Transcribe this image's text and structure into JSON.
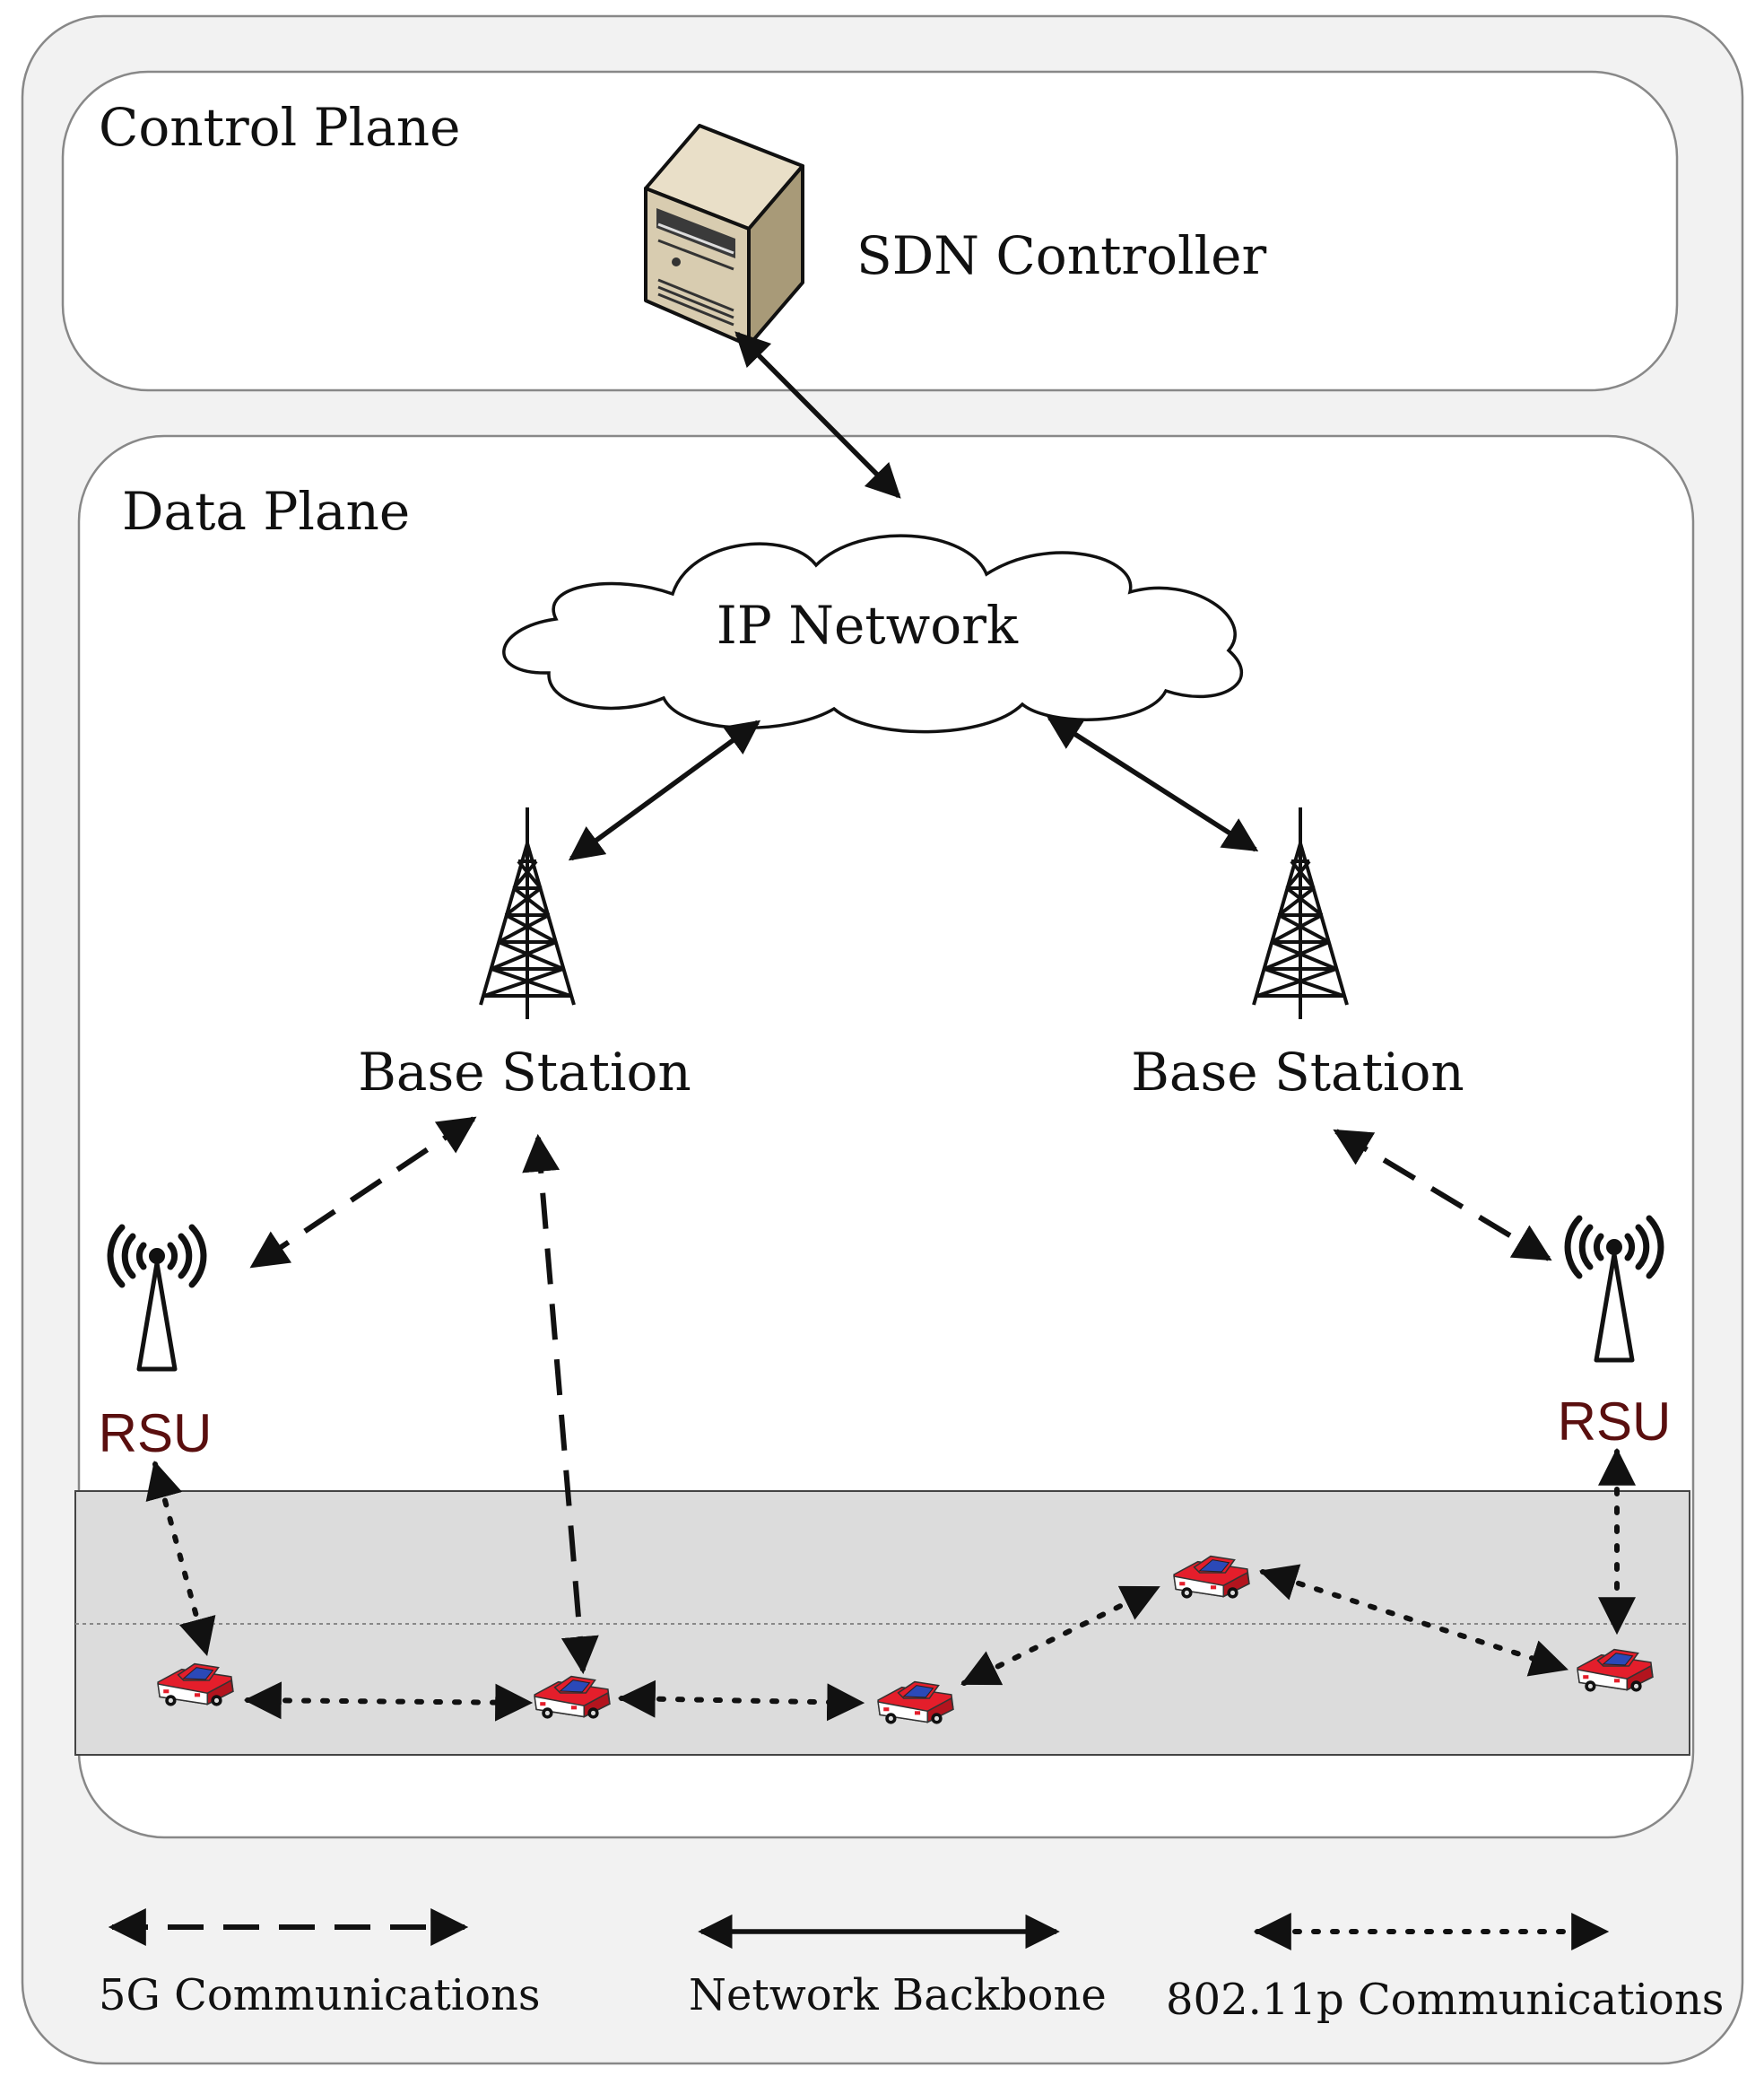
{
  "control_plane": {
    "title": "Control Plane",
    "controller_label": "SDN Controller"
  },
  "data_plane": {
    "title": "Data Plane",
    "network_label": "IP Network",
    "base_station_left": "Base Station",
    "base_station_right": "Base Station",
    "rsu_left": "RSU",
    "rsu_right": "RSU"
  },
  "legend": {
    "g5": "5G Communications",
    "backbone": "Network Backbone",
    "p80211": "802.11p Communications"
  },
  "icons": {
    "controller": "server-icon",
    "network": "cloud-icon",
    "base_station": "cell-tower-icon",
    "rsu": "rsu-antenna-icon",
    "vehicle": "car-icon"
  },
  "colors": {
    "road": "#dcdcdc",
    "rsu_label": "#5a0f0f",
    "car_body": "#e41e2b",
    "car_roof": "#2b49b8",
    "server_body": "#d8ccb0"
  }
}
